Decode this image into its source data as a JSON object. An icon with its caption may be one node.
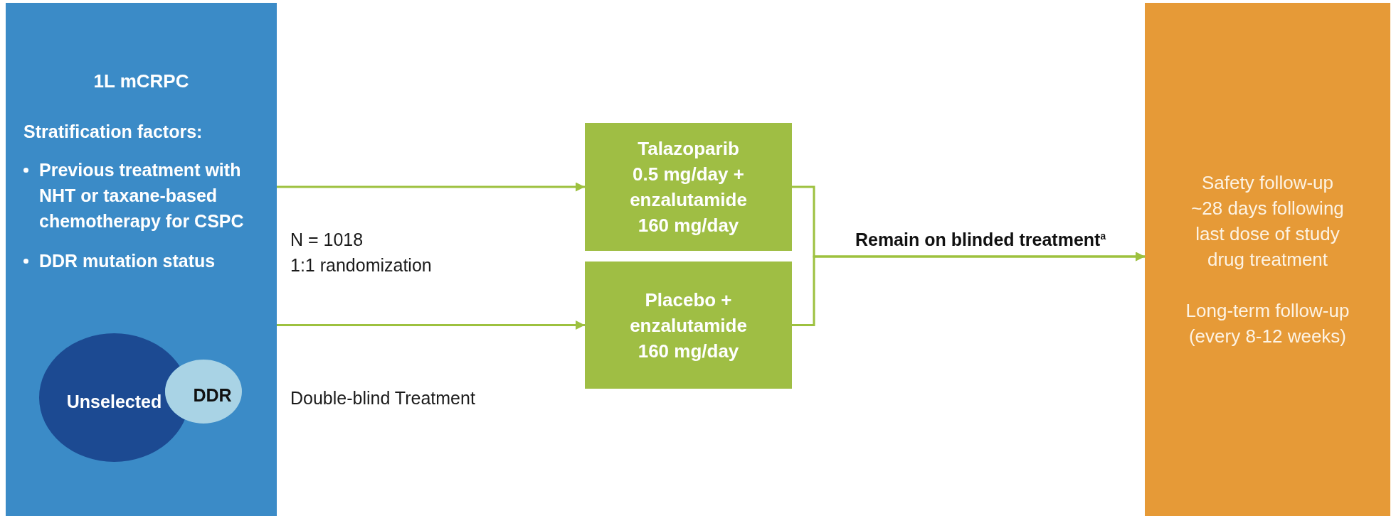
{
  "diagram": {
    "nodes": [
      {
        "text": [
          "1L mCRPC",
          "Stratification factors:",
          "Previous treatment with NHT or taxane-based chemotherapy for CSPC",
          "DDR mutation status"
        ]
      },
      {
        "text": [
          "Unselected"
        ],
        "in": 0
      },
      {
        "text": [
          "DDR"
        ],
        "in": 0
      },
      {
        "text": [
          "Talazoparib 0.5 mg/day + enzalutamide 160 mg/day"
        ]
      },
      {
        "text": [
          "Placebo + enzalutamide 160 mg/day"
        ]
      },
      {
        "text": [
          "Safety follow-up ~28 days following last dose of study drug treatment",
          "Long-term follow-up (every 8-12 weeks)"
        ]
      }
    ],
    "edges": [
      {
        "from": 0,
        "to": 3,
        "arrow": "to"
      },
      {
        "from": 0,
        "to": 4,
        "arrow": "to"
      },
      {
        "from": 3,
        "to": 5,
        "arrow": "to",
        "label": "Remain on blinded treatment$^{a}$"
      },
      {
        "from": 4,
        "to": 5,
        "arrow": "to"
      }
    ],
    "labels": [
      "N = 1018",
      "1:1 randomization",
      "Double-blind Treatment"
    ]
  }
}
